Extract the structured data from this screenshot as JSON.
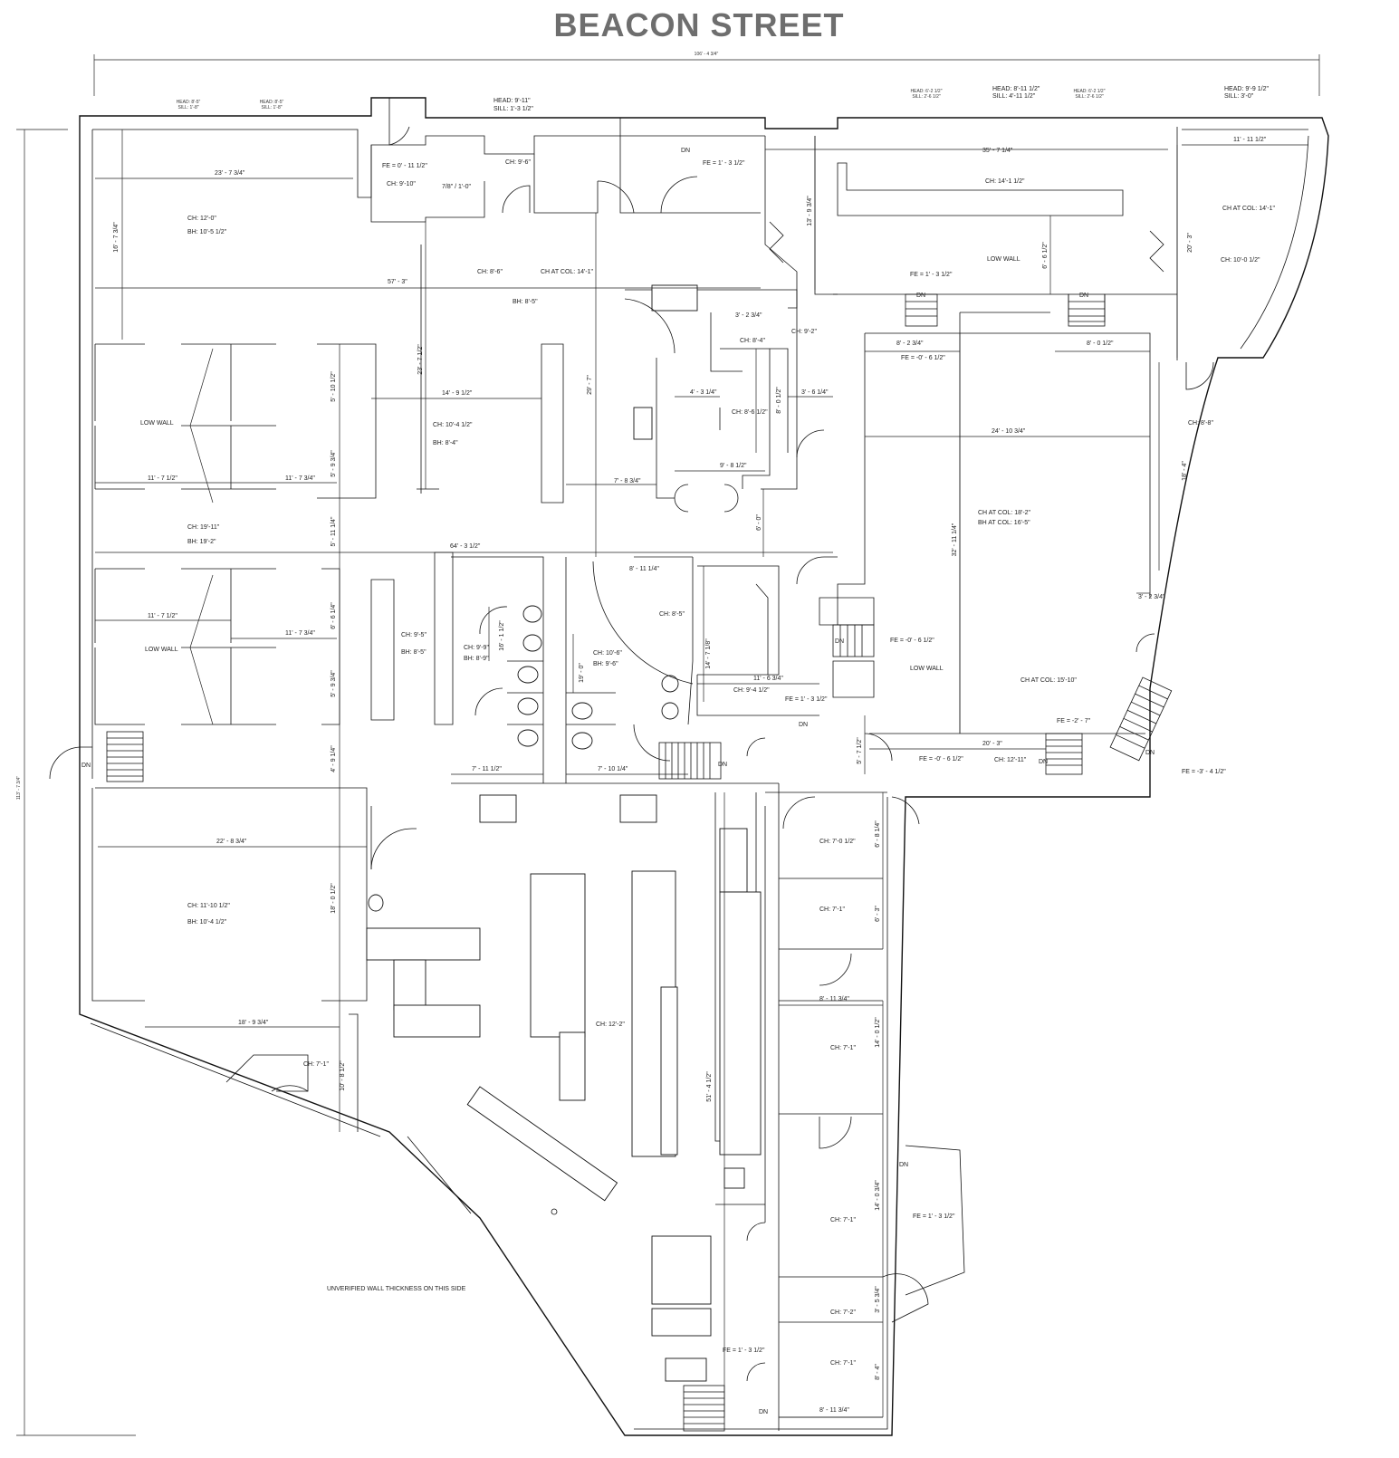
{
  "street_name": "BEACON STREET",
  "overall": {
    "width_dim": "106' - 4 3/4\"",
    "height_dim": "113' - 7 3/4\""
  },
  "windows": [
    {
      "head": "HEAD: 8'-5\"",
      "sill": "SILL: 1'-8\""
    },
    {
      "head": "HEAD: 8'-5\"",
      "sill": "SILL: 1'-8\""
    },
    {
      "head": "HEAD: 9'-11\"",
      "sill": "SILL: 1'-3 1/2\""
    },
    {
      "head": "HEAD: 6'-2 1/2\"",
      "sill": "SILL: 2'-6 1/2\""
    },
    {
      "head": "HEAD: 8'-11 1/2\"",
      "sill": "SILL: 4'-11 1/2\""
    },
    {
      "head": "HEAD: 6'-2 1/2\"",
      "sill": "SILL: 2'-6 1/2\""
    },
    {
      "head": "HEAD: 9'-9 1/2\"",
      "sill": "SILL: 3'-0\""
    }
  ],
  "labels": {
    "fe_0_11": "FE = 0' - 11 1/2\"",
    "ch_9_10": "CH: 9'-10\"",
    "dim_7_8": "7/8\" / 1'-0\"",
    "ch_9_6": "CH: 9'-6\"",
    "fe_1_3a": "FE = 1' - 3 1/2\"",
    "dim_23_7": "23' - 7 3/4\"",
    "ch_12_0": "CH: 12'-0\"",
    "bh_10_5": "BH: 10'-5 1/2\"",
    "dim_16_7": "16' - 7 3/4\"",
    "ch_8_6": "CH: 8'-6\"",
    "ch_col_14a": "CH AT COL: 14'-1\"",
    "dim_57_3": "57' - 3\"",
    "bh_8_5a": "BH: 8'-5\"",
    "dim_35_7": "35' - 7 1/4\"",
    "ch_14_1": "CH: 14'-1 1/2\"",
    "dim_13_9": "13' - 9 3/4\"",
    "low_wall_a": "LOW WALL",
    "dim_6_6": "6' - 6 1/2\"",
    "fe_1_3b": "FE = 1' - 3 1/2\"",
    "dim_11_11": "11' - 11 1/2\"",
    "ch_col_14b": "CH AT COL: 14'-1\"",
    "dim_20_3v": "20' - 3\"",
    "ch_10_0": "CH: 10'-0 1/2\"",
    "dim_3_2a": "3' - 2 3/4\"",
    "ch_9_2": "CH: 9'-2\"",
    "ch_8_4": "CH: 8'-4\"",
    "dim_8_2": "8' - 2 3/4\"",
    "fe_neg_6a": "FE = -0' - 6 1/2\"",
    "dim_8_0": "8' - 0 1/2\"",
    "low_wall_b": "LOW WALL",
    "dim_5_10": "5' - 10 1/2\"",
    "dim_23_7v": "23' - 7 1/2\"",
    "dim_14_9": "14' - 9 1/2\"",
    "ch_10_4": "CH: 10'-4 1/2\"",
    "bh_8_4": "BH: 8'-4\"",
    "dim_29_7": "29' - 7\"",
    "dim_4_3": "4' - 3 1/4\"",
    "ch_8_6b": "CH: 8'-6 1/2\"",
    "dim_8_0v": "8' - 0 1/2\"",
    "dim_3_6": "3' - 6 1/4\"",
    "dim_24_10": "24' - 10 3/4\"",
    "ch_8_8": "CH: 8'-8\"",
    "dim_18_4": "18' - 4\"",
    "dim_5_9": "5' - 9 3/4\"",
    "dim_11_7a": "11' - 7 1/2\"",
    "dim_11_7b": "11' - 7 3/4\"",
    "dim_7_8b": "7' - 8 3/4\"",
    "dim_9_8": "9' - 8 1/2\"",
    "ch_19_11": "CH: 19'-11\"",
    "bh_19_2": "BH: 19'-2\"",
    "dim_5_11": "5' - 11 1/4\"",
    "dim_6_0": "6' - 0\"",
    "ch_col_18": "CH AT COL: 18'-2\"",
    "bh_col_16": "BH AT COL: 16'-5\"",
    "dim_32_11": "32' - 11 1/4\"",
    "dim_64_3": "64' - 3 1/2\"",
    "dim_8_11": "8' - 11 1/4\"",
    "dim_3_2b": "3' - 2 3/4\"",
    "dim_11_7c": "11' - 7 1/2\"",
    "dim_6_6b": "6' - 6 1/4\"",
    "dim_11_7d": "11' - 7 3/4\"",
    "ch_9_5": "CH: 9'-5\"",
    "bh_8_5b": "BH: 8'-5\"",
    "dim_16_1": "16' - 1 1/2\"",
    "ch_8_5": "CH: 8'-5\"",
    "dim_14_7": "14' - 7 1/8\"",
    "fe_neg_6b": "FE = -0' - 6 1/2\"",
    "low_wall_c": "LOW WALL",
    "low_wall_d": "LOW WALL",
    "ch_9_9": "CH: 9'-9\"",
    "bh_8_9": "BH: 8'-9\"",
    "ch_10_6": "CH: 10'-6\"",
    "bh_9_6": "BH: 9'-6\"",
    "dim_19_0": "19' - 0\"",
    "dim_11_6": "11' - 6 3/4\"",
    "ch_9_4": "CH: 9'-4 1/2\"",
    "fe_1_3c": "FE = 1' - 3 1/2\"",
    "ch_col_15": "CH AT COL: 15'-10\"",
    "dim_5_9b": "5' - 9 3/4\"",
    "fe_neg_2": "FE = -2' - 7\"",
    "dim_20_3": "20' - 3\"",
    "fe_neg_6c": "FE = -0' - 6 1/2\"",
    "ch_12_11": "CH: 12'-11\"",
    "dim_5_7": "5' - 7 1/2\"",
    "fe_neg_3": "FE = -3' - 4 1/2\"",
    "dim_4_9": "4' - 9 1/4\"",
    "dim_7_11": "7' - 11 1/2\"",
    "dim_7_10": "7' - 10 1/4\"",
    "dim_22_8": "22' - 8 3/4\"",
    "dim_6_8": "6' - 8 1/4\"",
    "ch_7_0": "CH: 7'-0 1/2\"",
    "ch_11_10": "CH: 11'-10 1/2\"",
    "bh_10_4": "BH: 10'-4 1/2\"",
    "dim_18_0": "18' - 0 1/2\"",
    "ch_7_1a": "CH: 7'-1\"",
    "dim_6_3": "6' - 3\"",
    "dim_8_11b": "8' - 11 3/4\"",
    "ch_12_2": "CH: 12'-2\"",
    "dim_18_9": "18' - 9 3/4\"",
    "ch_7_1b": "CH: 7'-1\"",
    "dim_14_0": "14' - 0 1/2\"",
    "ch_7_1c": "CH: 7'-1\"",
    "dim_10_8": "10' - 8 1/2\"",
    "dim_51_4": "51' - 4 1/2\"",
    "ch_7_1d": "CH: 7'-1\"",
    "dim_14_0b": "14' - 0 3/4\"",
    "fe_1_3d": "FE = 1' - 3 1/2\"",
    "unverified": "UNVERIFIED WALL THICKNESS ON THIS SIDE",
    "dim_3_5": "3' - 5 3/4\"",
    "ch_7_2": "CH: 7'-2\"",
    "fe_1_3e": "FE = 1' - 3 1/2\"",
    "ch_7_1e": "CH: 7'-1\"",
    "dim_8_4": "8' - 4\"",
    "dim_8_11c": "8' - 11 3/4\"",
    "dn": "DN"
  }
}
